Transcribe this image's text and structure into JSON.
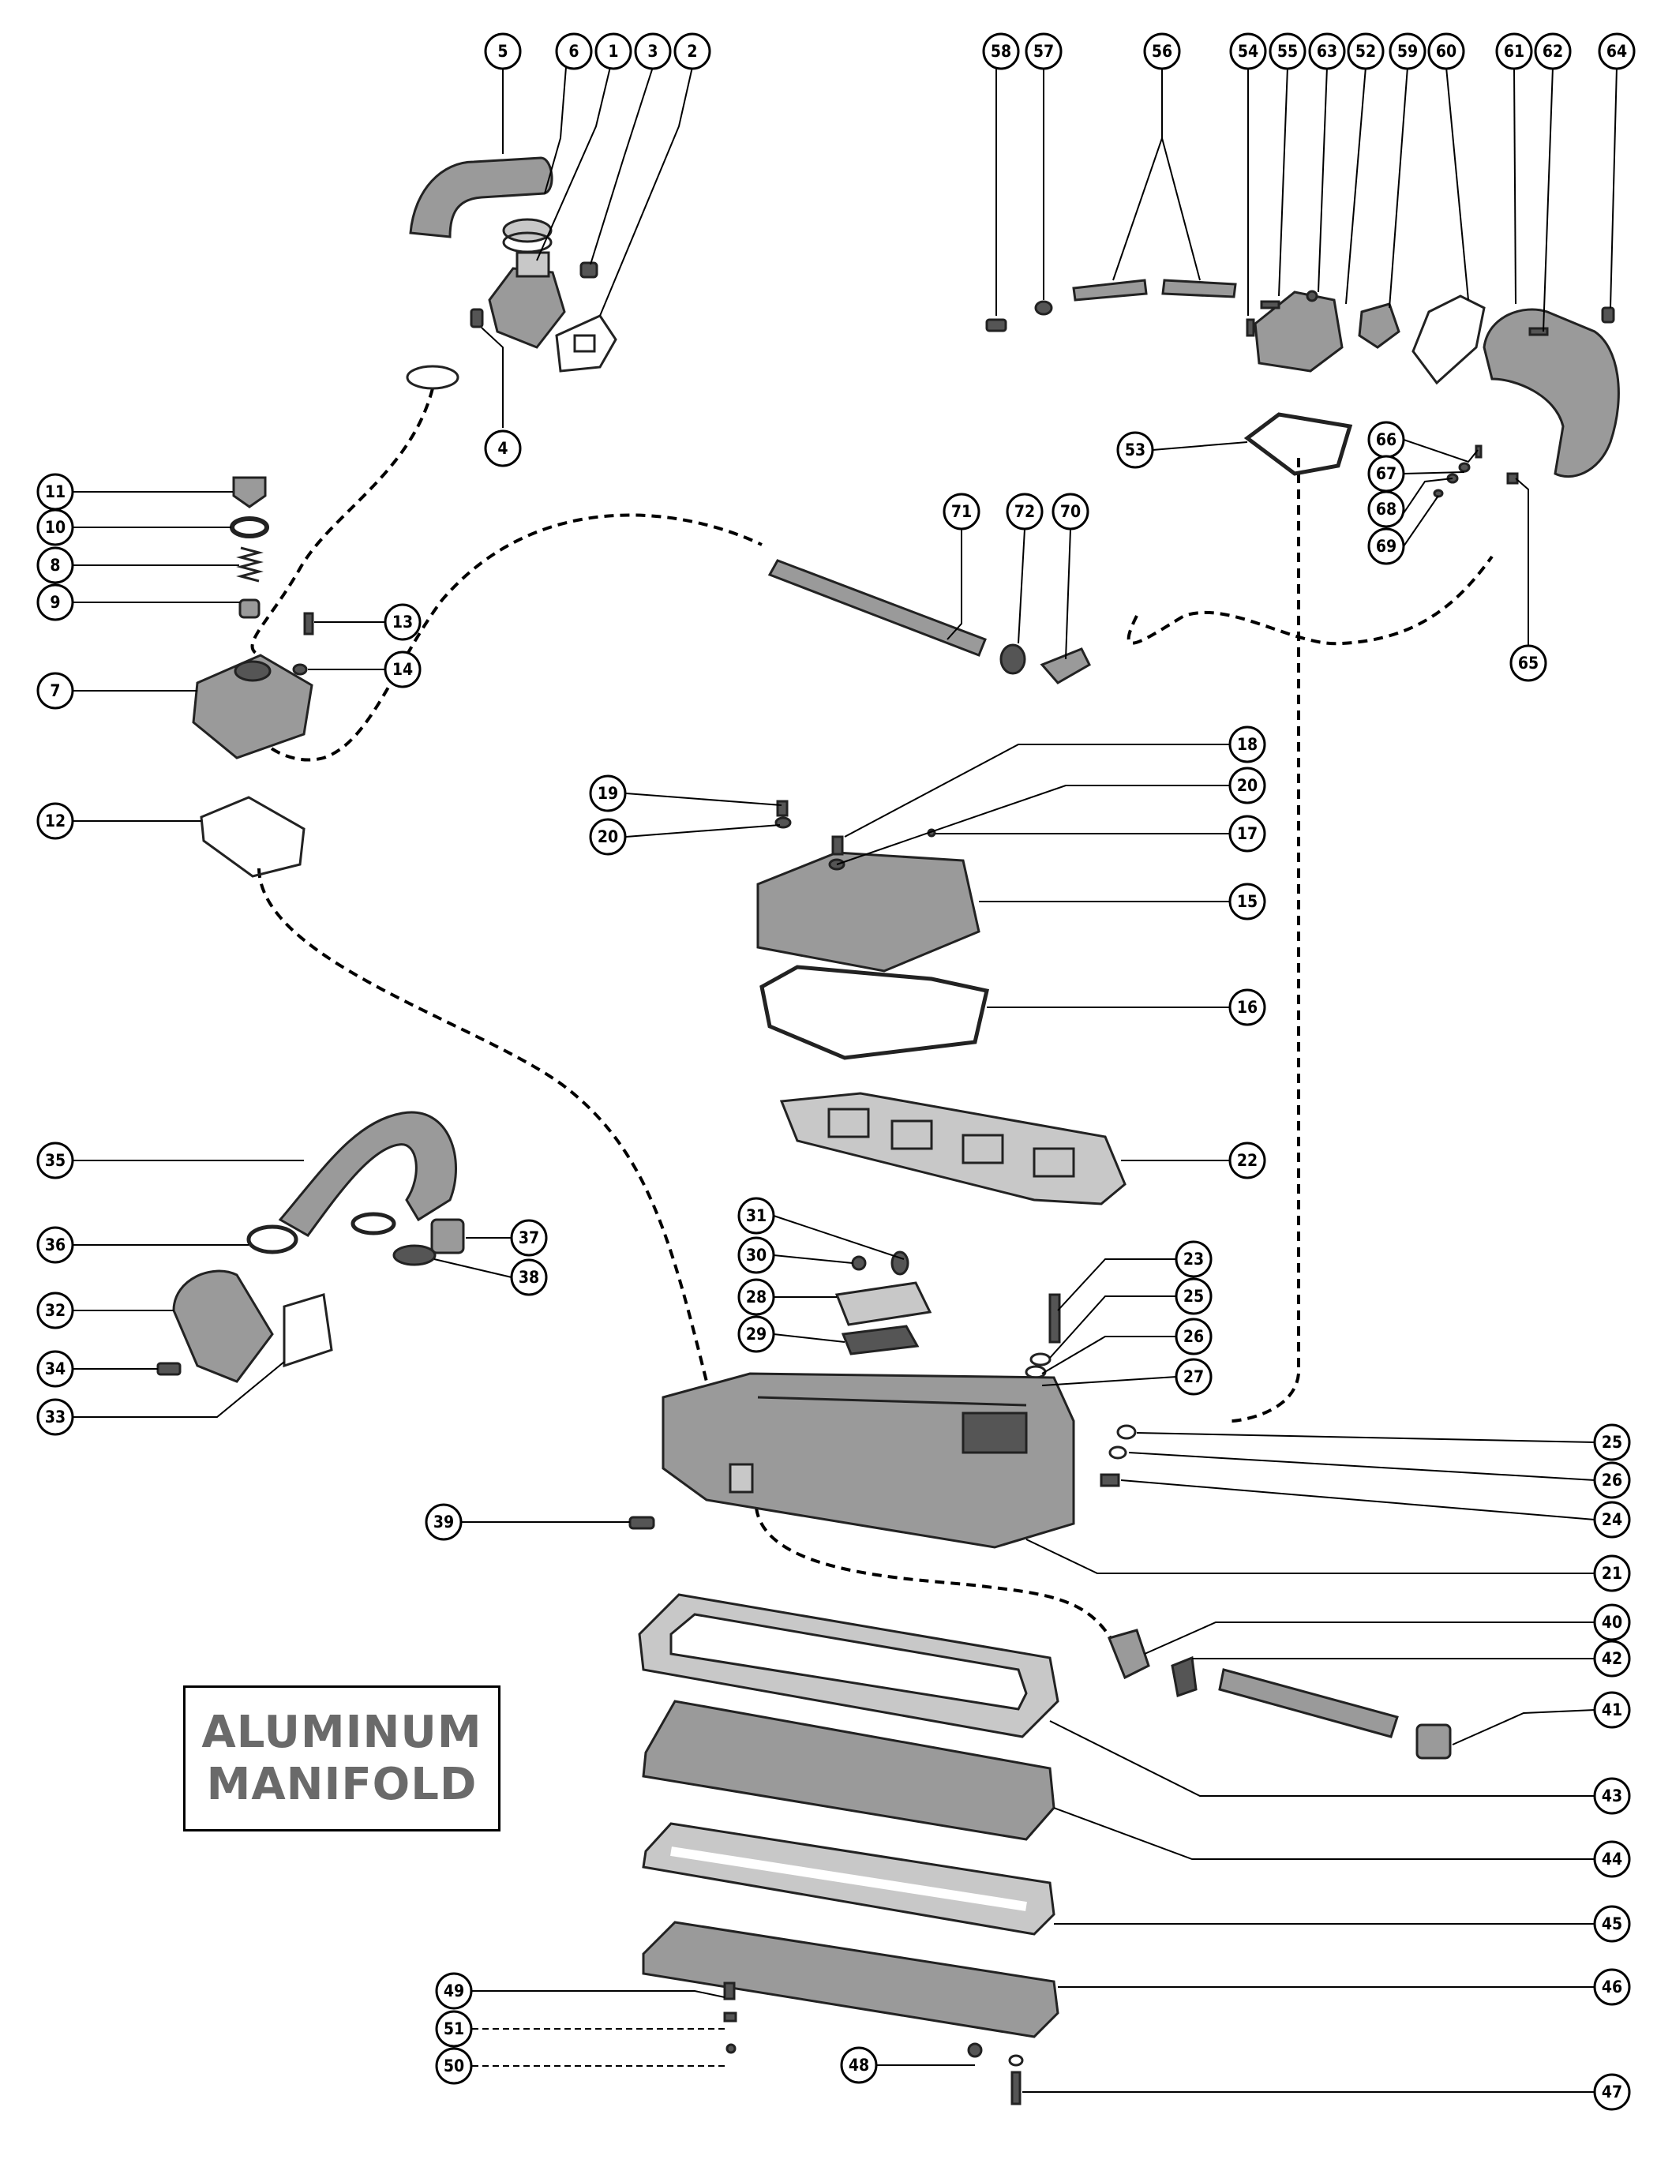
{
  "label_box": {
    "line1": "ALUMINUM",
    "line2": "MANIFOLD"
  },
  "callouts": {
    "c1": "1",
    "c2": "2",
    "c3": "3",
    "c4": "4",
    "c5": "5",
    "c6": "6",
    "c7": "7",
    "c8": "8",
    "c9": "9",
    "c10": "10",
    "c11": "11",
    "c12": "12",
    "c13": "13",
    "c14": "14",
    "c15": "15",
    "c16": "16",
    "c17": "17",
    "c18": "18",
    "c19": "19",
    "c20a": "20",
    "c20b": "20",
    "c21": "21",
    "c22": "22",
    "c23": "23",
    "c24": "24",
    "c25a": "25",
    "c25b": "25",
    "c26a": "26",
    "c26b": "26",
    "c27": "27",
    "c28": "28",
    "c29": "29",
    "c30": "30",
    "c31": "31",
    "c32": "32",
    "c33": "33",
    "c34": "34",
    "c35": "35",
    "c36": "36",
    "c37": "37",
    "c38": "38",
    "c39": "39",
    "c40": "40",
    "c41": "41",
    "c42": "42",
    "c43": "43",
    "c44": "44",
    "c45": "45",
    "c46": "46",
    "c47": "47",
    "c48": "48",
    "c49": "49",
    "c50": "50",
    "c51": "51",
    "c52": "52",
    "c53": "53",
    "c54": "54",
    "c55": "55",
    "c56": "56",
    "c57": "57",
    "c58": "58",
    "c59": "59",
    "c60": "60",
    "c61": "61",
    "c62": "62",
    "c63": "63",
    "c64": "64",
    "c65": "65",
    "c66": "66",
    "c67": "67",
    "c68": "68",
    "c69": "69",
    "c70": "70",
    "c71": "71",
    "c72": "72"
  }
}
